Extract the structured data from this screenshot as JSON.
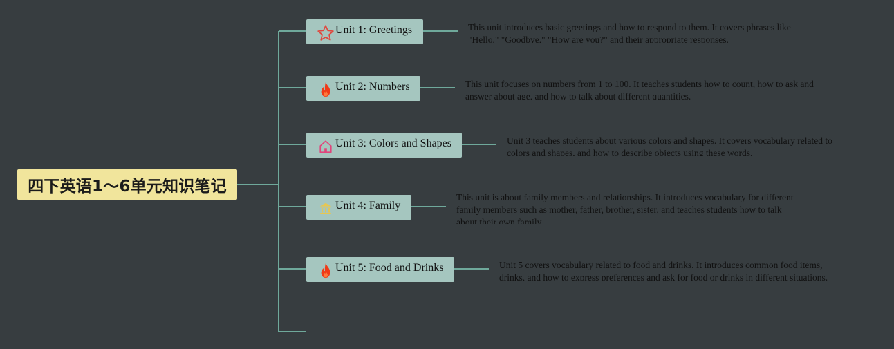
{
  "root": {
    "title": "四下英语1～6单元知识笔记"
  },
  "units": [
    {
      "label": "Unit 1: Greetings",
      "icon": "star-icon",
      "note": "This unit introduces basic greetings and how to respond to them. It covers phrases like \"Hello,\" \"Goodbye,\" \"How are you?\" and their appropriate responses."
    },
    {
      "label": "Unit 2: Numbers",
      "icon": "fire-icon",
      "note": "This unit focuses on numbers from 1 to 100. It teaches students how to count, how to ask and answer about age, and how to talk about different quantities."
    },
    {
      "label": "Unit 3: Colors and Shapes",
      "icon": "house-icon",
      "note": "Unit 3 teaches students about various colors and shapes. It covers vocabulary related to colors and shapes, and how to describe objects using these words."
    },
    {
      "label": "Unit 4: Family",
      "icon": "building-icon",
      "note": "This unit is about family members and relationships. It introduces vocabulary for different family members such as mother, father, brother, sister, and teaches students how to talk about their own family."
    },
    {
      "label": "Unit 5: Food and Drinks",
      "icon": "fire-icon",
      "note": "Unit 5 covers vocabulary related to food and drinks. It introduces common food items, drinks, and how to express preferences and ask for food or drinks in different situations."
    }
  ],
  "colors": {
    "background": "#373d40",
    "root_fill": "#f1e59c",
    "node_fill": "#a5c6bf",
    "connector": "#6fa99b",
    "star": "#e0483e",
    "fire": "#f03a17",
    "house": "#e0467c",
    "building": "#e8c64f"
  }
}
